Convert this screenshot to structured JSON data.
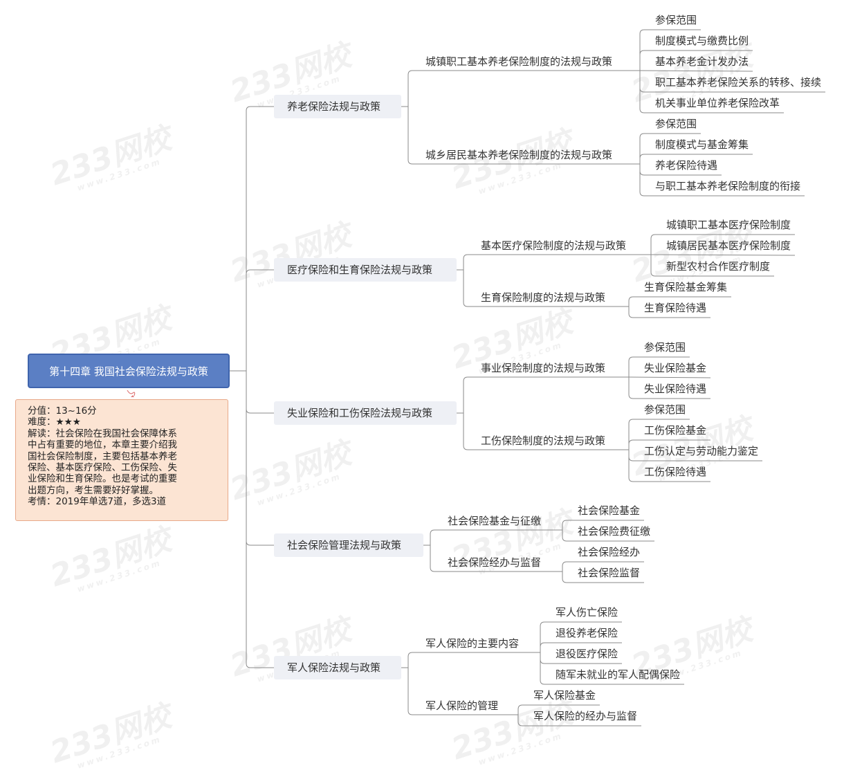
{
  "root": {
    "title": "第十四章  我国社会保险法规与政策",
    "note_lines": [
      "分值：13~16分",
      "难度：★★★",
      "解读：社会保险在我国社会保障体系",
      "中占有重要的地位，本章主要介绍我",
      "国社会保险制度，主要包括基本养老",
      "保险、基本医疗保险、工伤保险、失",
      "业保险和生育保险。也是考试的重要",
      "出题方向，考生需要好好掌握。",
      "考情：2019年单选7道，多选3道"
    ]
  },
  "branches": [
    {
      "label": "养老保险法规与政策",
      "children": [
        {
          "label": "城镇职工基本养老保险制度的法规与政策",
          "leaves": [
            "参保范围",
            "制度模式与缴费比例",
            "基本养老金计发办法",
            "职工基本养老保险关系的转移、接续",
            "机关事业单位养老保险改革"
          ]
        },
        {
          "label": "城乡居民基本养老保险制度的法规与政策",
          "leaves": [
            "参保范围",
            "制度模式与基金筹集",
            "养老保险待遇",
            "与职工基本养老保险制度的衔接"
          ]
        }
      ]
    },
    {
      "label": "医疗保险和生育保险法规与政策",
      "children": [
        {
          "label": "基本医疗保险制度的法规与政策",
          "leaves": [
            "城镇职工基本医疗保险制度",
            "城镇居民基本医疗保险制度",
            "新型农村合作医疗制度"
          ]
        },
        {
          "label": "生育保险制度的法规与政策",
          "leaves": [
            "生育保险基金筹集",
            "生育保险待遇"
          ]
        }
      ]
    },
    {
      "label": "失业保险和工伤保险法规与政策",
      "children": [
        {
          "label": "事业保险制度的法规与政策",
          "leaves": [
            "参保范围",
            "失业保险基金",
            "失业保险待遇"
          ]
        },
        {
          "label": "工伤保险制度的法规与政策",
          "leaves": [
            "参保范围",
            "工伤保险基金",
            "工伤认定与劳动能力鉴定",
            "工伤保险待遇"
          ]
        }
      ]
    },
    {
      "label": "社会保险管理法规与政策",
      "children": [
        {
          "label": "社会保险基金与征缴",
          "leaves": [
            "社会保险基金",
            "社会保险费征缴"
          ]
        },
        {
          "label": "社会保险经办与监督",
          "leaves": [
            "社会保险经办",
            "社会保险监督"
          ]
        }
      ]
    },
    {
      "label": "军人保险法规与政策",
      "children": [
        {
          "label": "军人保险的主要内容",
          "leaves": [
            "军人伤亡保险",
            "退役养老保险",
            "退役医疗保险",
            "随军未就业的军人配偶保险"
          ]
        },
        {
          "label": "军人保险的管理",
          "leaves": [
            "军人保险基金",
            "军人保险的经办与监督"
          ]
        }
      ]
    }
  ],
  "watermark": {
    "brand": "233网校",
    "site": "www.233.com"
  },
  "colors": {
    "root_fill": "#5b7fc4",
    "note_fill": "#fce4d3",
    "branch_fill": "#eef0f5",
    "line": "#8a8a8a"
  }
}
